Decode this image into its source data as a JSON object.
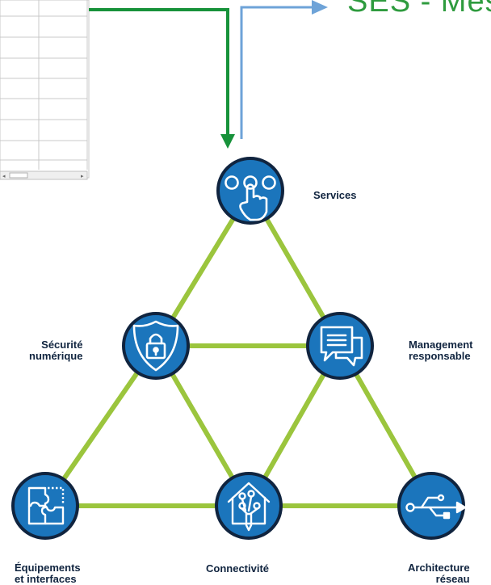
{
  "heading": {
    "text": "SES - Mes"
  },
  "colors": {
    "node_fill": "#1b75bc",
    "node_ring": "#10243f",
    "edge": "#9bc53d",
    "arrow_green": "#17923a",
    "arrow_blue": "#6ea3d8"
  },
  "nodes": {
    "services": {
      "label": "Services",
      "icon": "touch-buttons-icon"
    },
    "securite": {
      "label_line1": "Sécurité",
      "label_line2": "numérique",
      "icon": "shield-lock-icon"
    },
    "management": {
      "label_line1": "Management",
      "label_line2": "responsable",
      "icon": "chat-bubbles-icon"
    },
    "equipements": {
      "label_line1": "Équipements",
      "label_line2": "et interfaces",
      "icon": "puzzle-icon"
    },
    "connectivite": {
      "label": "Connectivité",
      "icon": "house-network-icon"
    },
    "architecture": {
      "label_line1": "Architecture",
      "label_line2": "réseau",
      "icon": "usb-icon"
    }
  }
}
